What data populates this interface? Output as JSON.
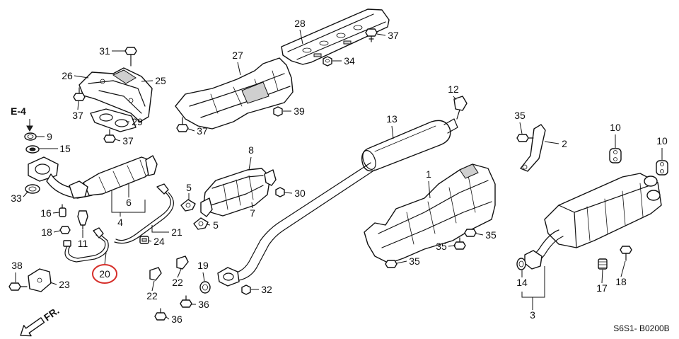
{
  "diagram": {
    "reference_label": "E-4",
    "front_label": "FR.",
    "diagram_code": "S6S1- B0200B",
    "highlighted_callout": "20",
    "highlight_color": "#d62f2a",
    "callouts": [
      "28",
      "37",
      "31",
      "27",
      "34",
      "26",
      "25",
      "12",
      "37",
      "39",
      "29",
      "37",
      "35",
      "13",
      "10",
      "10",
      "9",
      "15",
      "37",
      "2",
      "8",
      "1",
      "5",
      "30",
      "33",
      "6",
      "16",
      "7",
      "4",
      "5",
      "18",
      "21",
      "35",
      "11",
      "24",
      "35",
      "35",
      "38",
      "20",
      "19",
      "23",
      "22",
      "14",
      "17",
      "18",
      "32",
      "22",
      "36",
      "3",
      "36"
    ]
  }
}
